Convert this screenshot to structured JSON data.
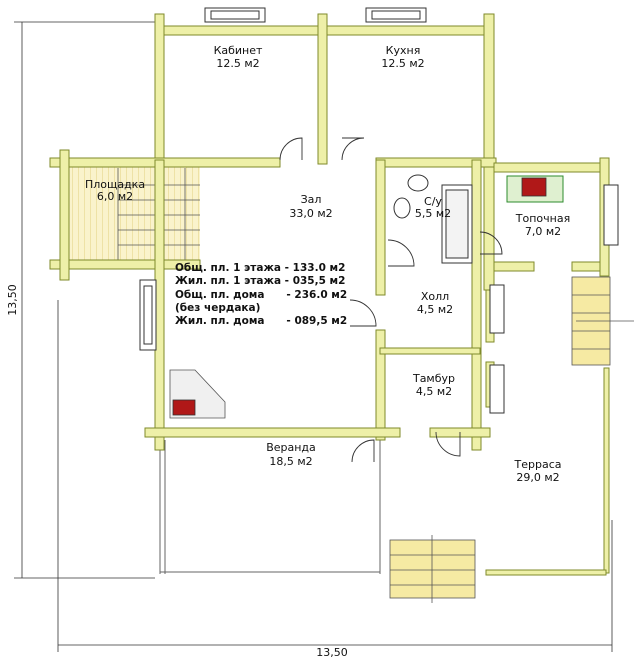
{
  "rooms": {
    "kabinet": {
      "name": "Кабинет",
      "area": "12.5 м2"
    },
    "kukhnya": {
      "name": "Кухня",
      "area": "12.5 м2"
    },
    "ploshchadka": {
      "name": "Площадка",
      "area": "6,0 м2"
    },
    "zal": {
      "name": "Зал",
      "area": "33,0 м2"
    },
    "su": {
      "name": "С/у",
      "area": "5,5 м2"
    },
    "topochnaya": {
      "name": "Топочная",
      "area": "7,0 м2"
    },
    "kholl": {
      "name": "Холл",
      "area": "4,5 м2"
    },
    "tambur": {
      "name": "Тамбур",
      "area": "4,5 м2"
    },
    "veranda": {
      "name": "Веранда",
      "area": "18,5 м2"
    },
    "terrasa": {
      "name": "Терраса",
      "area": "29,0 м2"
    }
  },
  "stats": {
    "line1": "Общ. пл. 1 этажа - 133.0 м2",
    "line2": "Жил. пл. 1 этажа - 035,5 м2",
    "line3": "Общ. пл. дома      - 236.0 м2",
    "line4": "(без чердака)",
    "line5": "Жил. пл. дома      - 089,5 м2"
  },
  "dimensions": {
    "width": "13,50",
    "height": "13,50"
  },
  "colors": {
    "wall_fill": "#eef0a8",
    "wall_stroke": "#7f8a2a",
    "stair_fill": "#f6eaa3",
    "stove_red": "#b01818",
    "stove_green": "#2e8b2e"
  }
}
